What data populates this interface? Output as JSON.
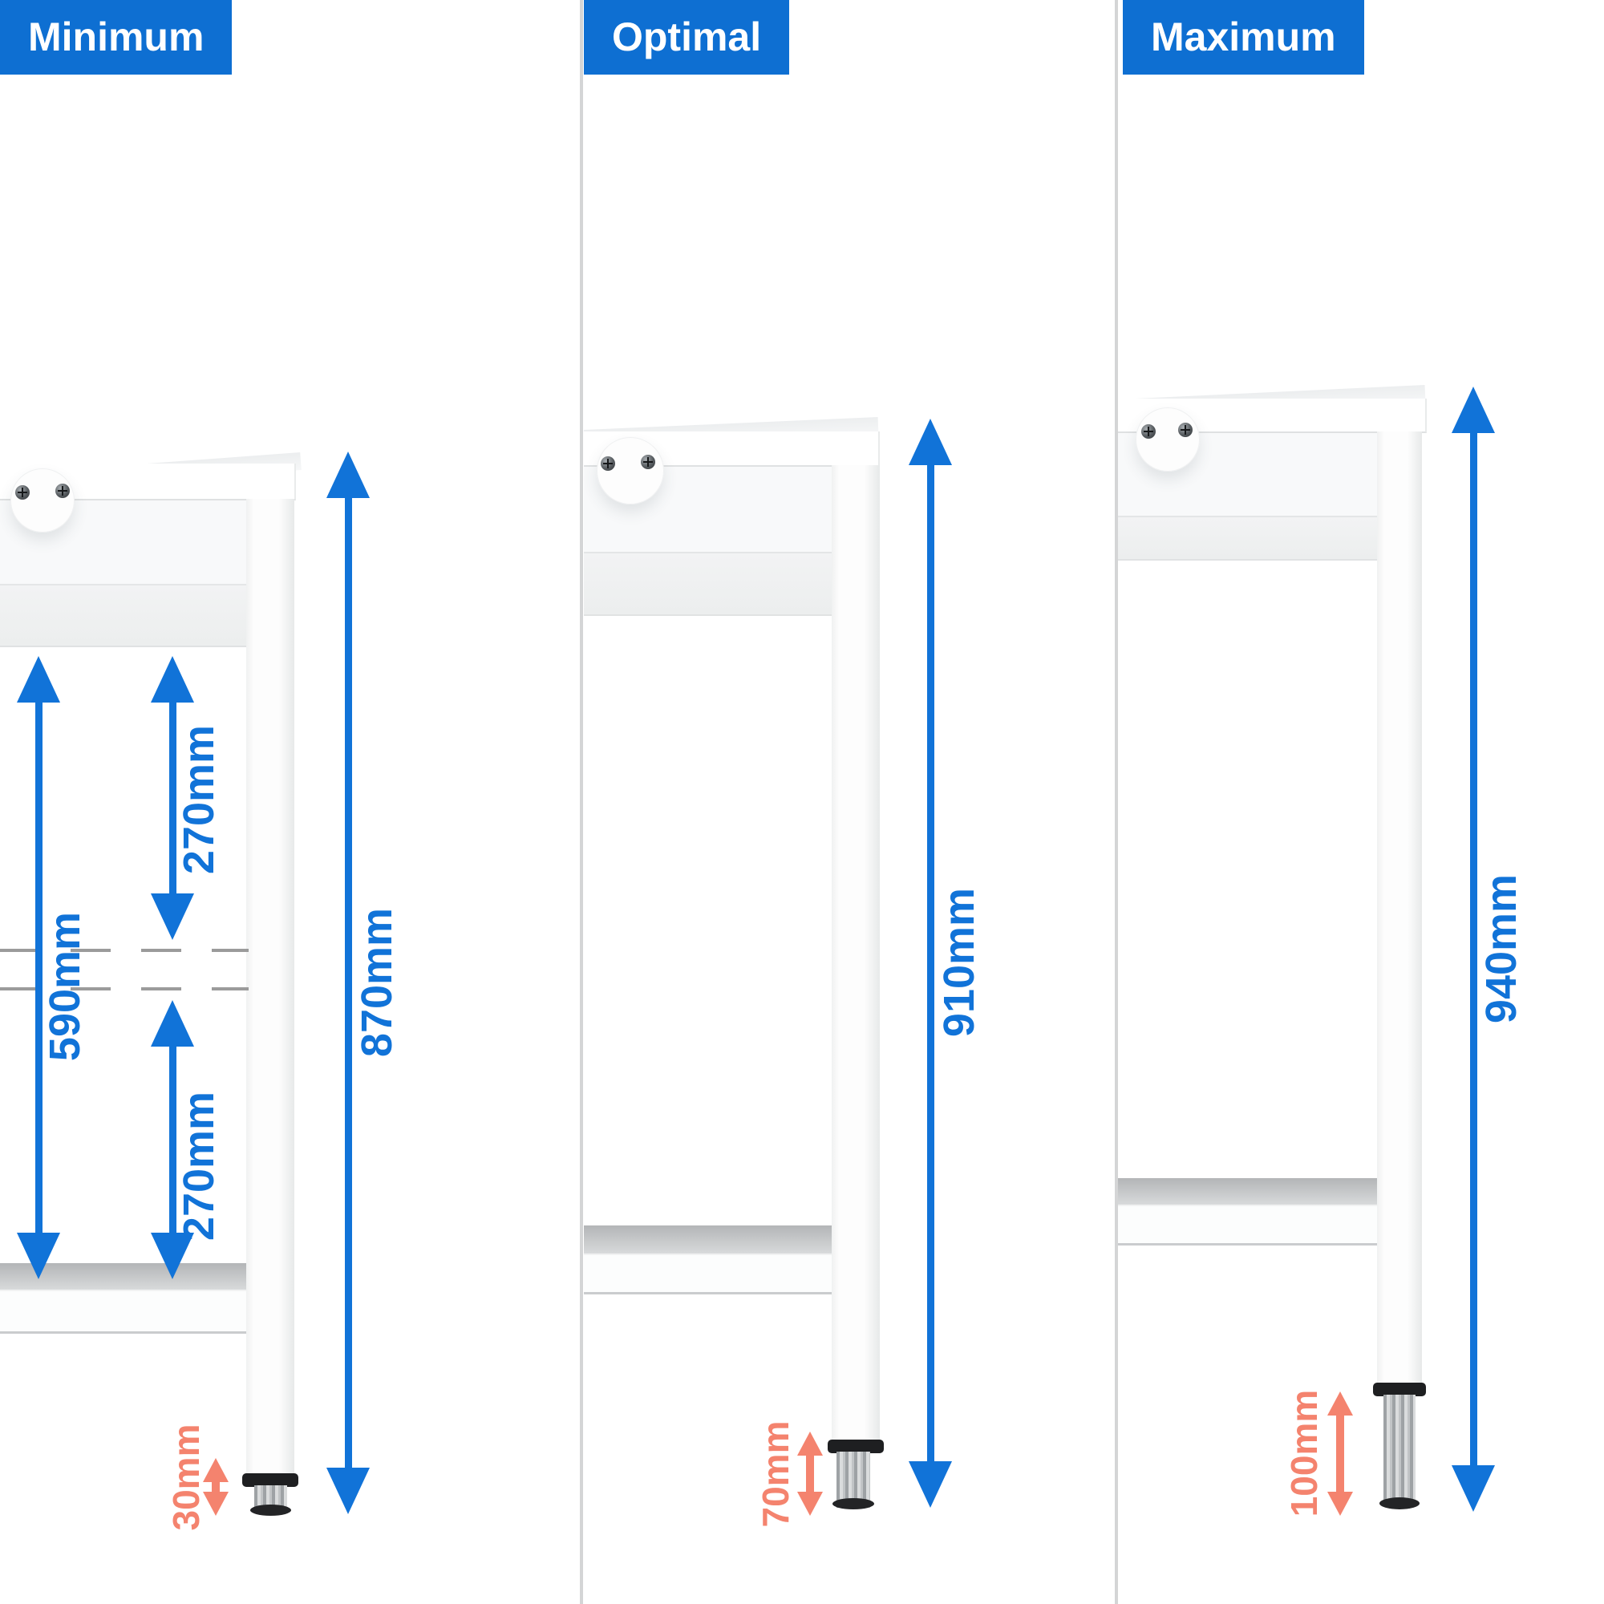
{
  "colors": {
    "accent_blue": "#1173d8",
    "accent_orange": "#f4836e"
  },
  "panels": [
    {
      "label": "Minimum",
      "total_height": "870mm",
      "foot_adjustment": "30mm",
      "clearance_total": "590mm",
      "clearance_upper": "270mm",
      "clearance_lower": "270mm"
    },
    {
      "label": "Optimal",
      "total_height": "910mm",
      "foot_adjustment": "70mm"
    },
    {
      "label": "Maximum",
      "total_height": "940mm",
      "foot_adjustment": "100mm"
    }
  ]
}
